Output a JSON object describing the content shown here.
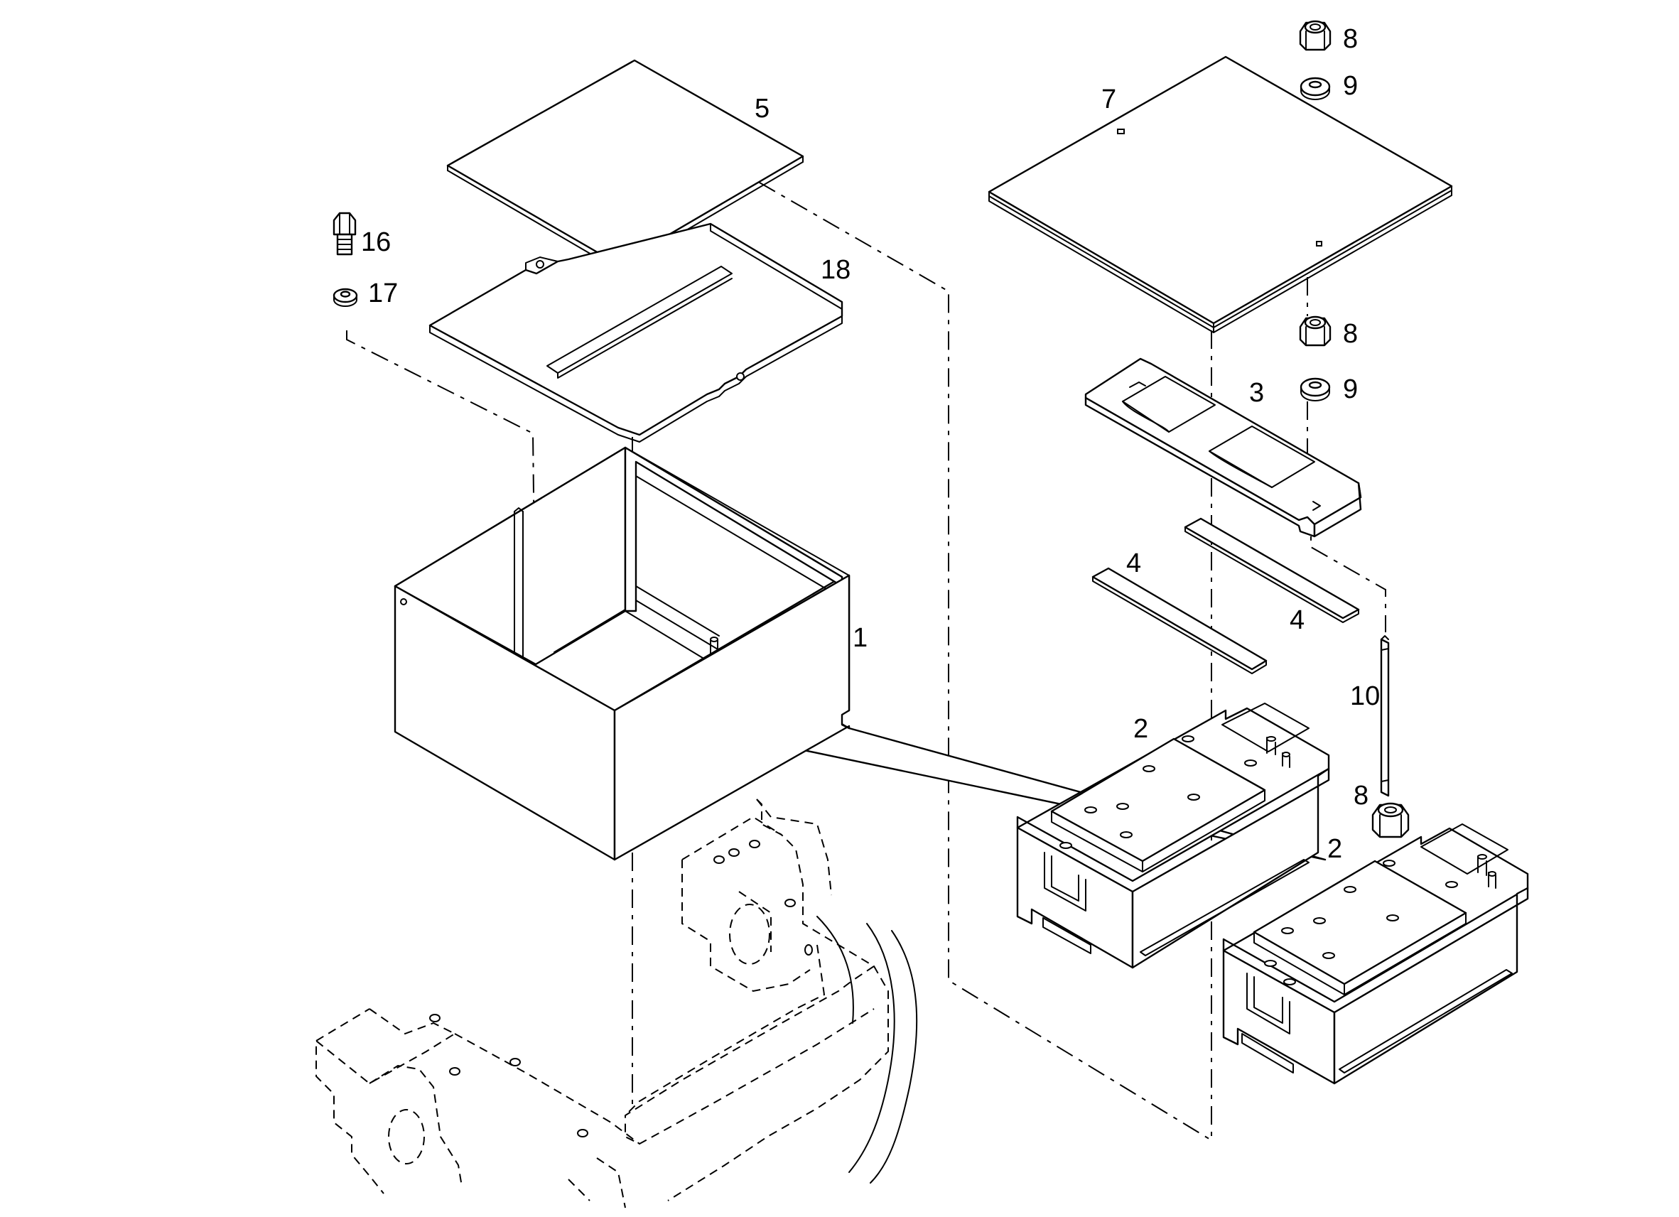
{
  "diagram": {
    "type": "exploded parts drawing",
    "line_color": "#000000",
    "background": "#ffffff",
    "callouts": {
      "p5": "5",
      "p18": "18",
      "p16": "16",
      "p17": "17",
      "p1": "1",
      "p7": "7",
      "p8a": "8",
      "p9a": "9",
      "p8b": "8",
      "p9b": "9",
      "p3": "3",
      "p4a": "4",
      "p4b": "4",
      "p10": "10",
      "p2a": "2",
      "p8c": "8",
      "p2b": "2"
    }
  }
}
